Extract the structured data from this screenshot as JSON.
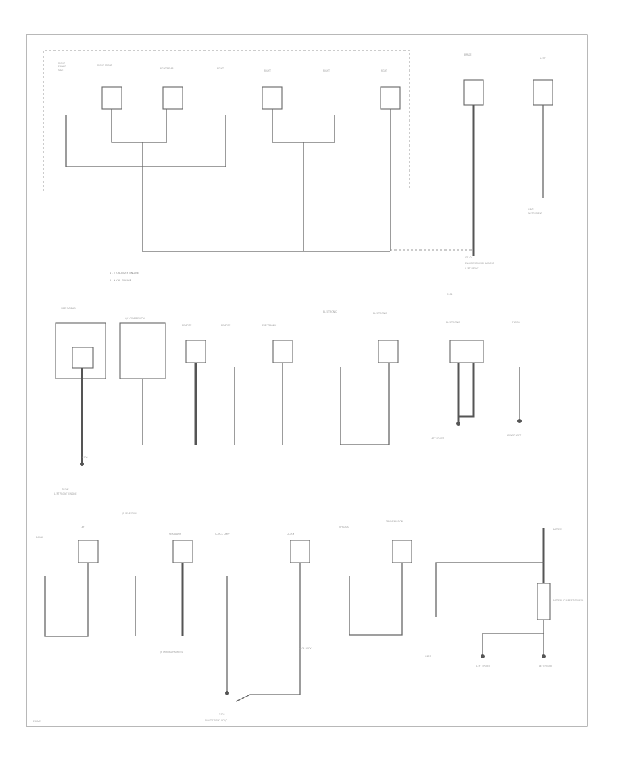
{
  "labels": {
    "top_note_1": "1 - 5 CYLINDER ENGINE",
    "top_note_2": "2 - 6 CYL ENGINE",
    "ground_top_right": "G101",
    "ground_mid_left": "G102",
    "ground_bottom_center": "G103",
    "battery_label": "BATTERY",
    "battery_sensor": "BATTERY CURRENT SENSOR",
    "bottom_left_tag": "FRAME"
  }
}
